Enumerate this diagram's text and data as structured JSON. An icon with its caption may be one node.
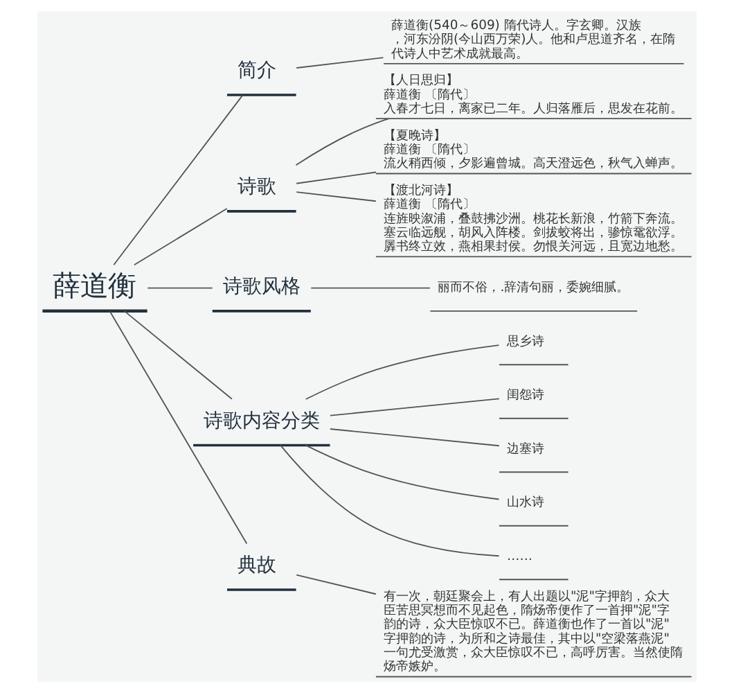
{
  "diagram": {
    "nodes": [
      {
        "text": [
          "薛道衡"
        ]
      },
      {
        "text": [
          "简介"
        ]
      },
      {
        "text": [
          "薛道衡(540～609) 隋代诗人。字玄卿。汉族，河东汾阴(今山西万荣)人。他和卢思道齐名，在隋代诗人中艺术成就最高。"
        ]
      },
      {
        "text": [
          "诗歌"
        ]
      },
      {
        "text": [
          "【人日思归】",
          "薛道衡 〔隋代〕",
          "入春才七日，离家已二年。人归落雁后，思发在花前。"
        ]
      },
      {
        "text": [
          "【夏晚诗】",
          "薛道衡 〔隋代〕",
          "流火稍西倾，夕影遍曾城。高天澄远色，秋气入蝉声。"
        ]
      },
      {
        "text": [
          "【渡北河诗】",
          "薛道衡 〔隋代〕",
          "连旌映溆浦，叠鼓拂沙洲。桃花长新浪，竹箭下奔流。塞云临远舰，胡风入阵楼。剑拔蛟将出，骖惊鼋欲浮。羼书终立效，燕相果封侯。勿恨关河远，且宽边地愁。"
        ]
      },
      {
        "text": [
          "诗歌风格"
        ]
      },
      {
        "text": [
          "丽而不俗，.辞清句丽，委婉细腻。"
        ]
      },
      {
        "text": [
          "诗歌内容分类"
        ]
      },
      {
        "text": [
          "思乡诗"
        ]
      },
      {
        "text": [
          "闺怨诗"
        ]
      },
      {
        "text": [
          "边塞诗"
        ]
      },
      {
        "text": [
          "山水诗"
        ]
      },
      {
        "text": [
          "……"
        ]
      },
      {
        "text": [
          "典故"
        ]
      },
      {
        "text": [
          "有一次，朝廷聚会上，有人出题以\"泥\"字押韵，众大臣苦思冥想而不见起色，隋炀帝便作了一首押\"泥\"字韵的诗，众大臣惊叹不已。薛道衡也作了一首以\"泥\"字押韵的诗，为所和之诗最佳，其中以\"空梁落燕泥\"一句尤受激赏，众大臣惊叹不已，高呼厉害。当然使隋炀帝嫉妒。"
        ]
      }
    ],
    "edges": [
      {
        "from": 0,
        "to": 1,
        "arrow": "none"
      },
      {
        "from": 1,
        "to": 2,
        "arrow": "none"
      },
      {
        "from": 0,
        "to": 3,
        "arrow": "none"
      },
      {
        "from": 3,
        "to": 4,
        "arrow": "none"
      },
      {
        "from": 3,
        "to": 5,
        "arrow": "none"
      },
      {
        "from": 3,
        "to": 6,
        "arrow": "none"
      },
      {
        "from": 0,
        "to": 7,
        "arrow": "none"
      },
      {
        "from": 7,
        "to": 8,
        "arrow": "none"
      },
      {
        "from": 0,
        "to": 9,
        "arrow": "none"
      },
      {
        "from": 9,
        "to": 10,
        "arrow": "none"
      },
      {
        "from": 9,
        "to": 11,
        "arrow": "none"
      },
      {
        "from": 9,
        "to": 12,
        "arrow": "none"
      },
      {
        "from": 9,
        "to": 13,
        "arrow": "none"
      },
      {
        "from": 9,
        "to": 14,
        "arrow": "none"
      },
      {
        "from": 0,
        "to": 15,
        "arrow": "none"
      },
      {
        "from": 15,
        "to": 16,
        "arrow": "none"
      }
    ]
  }
}
